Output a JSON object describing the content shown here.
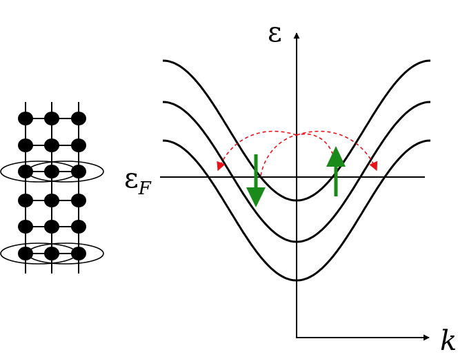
{
  "axes": {
    "y_label": "ε",
    "x_label": "k",
    "fermi_label_main": "ε",
    "fermi_label_sub": "F"
  },
  "bands": {
    "count": 3,
    "shape": "cosine",
    "line_color": "#000000"
  },
  "lattice": {
    "rows": 6,
    "columns": 3,
    "paired_rows": [
      3,
      6
    ],
    "atom_color": "#000000"
  },
  "spins": {
    "color": "#1a8a1a",
    "items": [
      {
        "direction": "down"
      },
      {
        "direction": "up"
      }
    ]
  },
  "scattering": {
    "color": "#e8121a",
    "style": "dashed"
  }
}
